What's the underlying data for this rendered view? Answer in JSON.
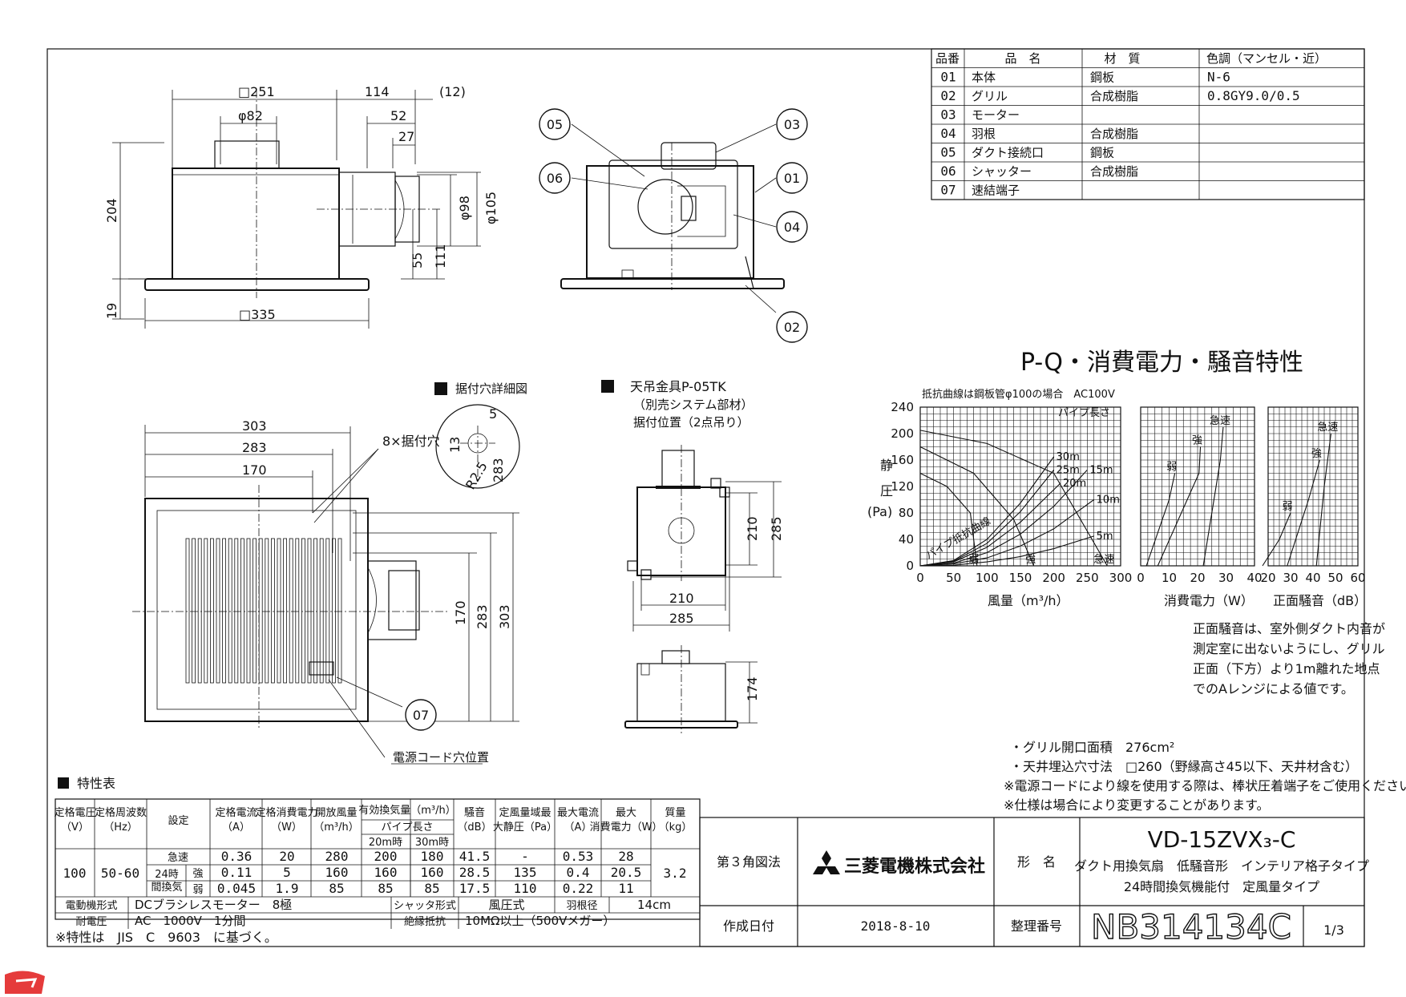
{
  "parts_table": {
    "headers": [
      "品番",
      "品　名",
      "材　質",
      "色調（マンセル・近）"
    ],
    "rows": [
      [
        "01",
        "本体",
        "鋼板",
        "N-6"
      ],
      [
        "02",
        "グリル",
        "合成樹脂",
        "0.8GY9.0/0.5"
      ],
      [
        "03",
        "モーター",
        "",
        ""
      ],
      [
        "04",
        "羽根",
        "合成樹脂",
        ""
      ],
      [
        "05",
        "ダクト接続口",
        "鋼板",
        ""
      ],
      [
        "06",
        "シャッター",
        "合成樹脂",
        ""
      ],
      [
        "07",
        "速結端子",
        "",
        ""
      ]
    ]
  },
  "top_view": {
    "dims": [
      "□251",
      "114",
      "(12)",
      "φ82",
      "52",
      "27",
      "204",
      "φ98",
      "φ105",
      "55",
      "111",
      "19",
      "□335"
    ],
    "callouts": [
      "05",
      "06",
      "03",
      "01",
      "04",
      "02"
    ]
  },
  "bottom_view": {
    "dims": [
      "303",
      "283",
      "170",
      "8×据付穴",
      "170",
      "283",
      "303"
    ],
    "callout": "07",
    "cord_label": "電源コード穴位置"
  },
  "detail": {
    "title": "据付穴詳細図",
    "dims": [
      "5",
      "13",
      "R2.5",
      "283"
    ]
  },
  "hanger": {
    "title": "天吊金具P-05TK",
    "sub1": "（別売システム部材）",
    "sub2": "据付位置（2点吊り）",
    "dims": [
      "210",
      "285",
      "210",
      "285",
      "174"
    ]
  },
  "pq_chart": {
    "title": "P-Q・消費電力・騒音特性",
    "note": "抵抗曲線は鋼板管φ100の場合　AC100V",
    "ylabel": [
      "静",
      "圧",
      "(Pa)"
    ],
    "x1label": "風量（m³/h）",
    "x2label": "消費電力（W）",
    "x3label": "正面騒音（dB）",
    "pipe_label": "パイプ長さ",
    "resistance_label": "パイプ抵抗曲線",
    "mode_labels": [
      "急速",
      "強",
      "弱"
    ],
    "pipe_lengths": [
      "30m",
      "25m",
      "20m",
      "15m",
      "10m",
      "5m"
    ],
    "remark": [
      "正面騒音は、室外側ダクト内音が",
      "測定室に出ないようにし、グリル",
      "正面（下方）より1m離れた地点",
      "でのAレンジによる値です。"
    ]
  },
  "chart_data": [
    {
      "type": "line",
      "title": "P-Q・消費電力・騒音特性",
      "xlabel": "風量（m³/h）",
      "ylabel": "静圧（Pa）",
      "xlim": [
        0,
        300
      ],
      "ylim": [
        0,
        240
      ],
      "x_ticks": [
        "0",
        "50",
        "100",
        "150",
        "200",
        "250",
        "300"
      ],
      "y_ticks": [
        "0",
        "40",
        "80",
        "120",
        "160",
        "200",
        "240"
      ],
      "series": [
        {
          "name": "急速",
          "x": [
            0,
            100,
            200,
            280
          ],
          "y": [
            205,
            185,
            140,
            0
          ]
        },
        {
          "name": "強",
          "x": [
            0,
            80,
            140,
            170
          ],
          "y": [
            180,
            140,
            70,
            0
          ]
        },
        {
          "name": "弱",
          "x": [
            0,
            40,
            75,
            85
          ],
          "y": [
            140,
            120,
            80,
            0
          ]
        }
      ],
      "resistance_curves": [
        {
          "name": "30m",
          "x": [
            0,
            50,
            100,
            150,
            200
          ],
          "y": [
            0,
            8,
            40,
            95,
            165
          ]
        },
        {
          "name": "25m",
          "x": [
            0,
            50,
            100,
            150,
            200
          ],
          "y": [
            0,
            7,
            34,
            82,
            145
          ]
        },
        {
          "name": "20m",
          "x": [
            0,
            50,
            100,
            150,
            210
          ],
          "y": [
            0,
            6,
            28,
            66,
            125
          ]
        },
        {
          "name": "15m",
          "x": [
            0,
            50,
            100,
            150,
            200,
            250
          ],
          "y": [
            0,
            4,
            20,
            48,
            90,
            145
          ]
        },
        {
          "name": "10m",
          "x": [
            0,
            50,
            100,
            150,
            200,
            260
          ],
          "y": [
            0,
            3,
            12,
            30,
            56,
            100
          ]
        },
        {
          "name": "5m",
          "x": [
            0,
            50,
            100,
            150,
            200,
            260
          ],
          "y": [
            0,
            1,
            6,
            14,
            26,
            45
          ]
        }
      ],
      "grid": true
    },
    {
      "type": "line",
      "xlabel": "消費電力（W）",
      "xlim": [
        0,
        40
      ],
      "ylim": [
        0,
        240
      ],
      "x_ticks": [
        "0",
        "10",
        "20",
        "30",
        "40"
      ],
      "series": [
        {
          "name": "急速",
          "x": [
            22,
            28,
            29
          ],
          "y": [
            0,
            160,
            210
          ]
        },
        {
          "name": "強",
          "x": [
            6,
            20.5,
            21
          ],
          "y": [
            0,
            140,
            180
          ]
        },
        {
          "name": "弱",
          "x": [
            2,
            10,
            12
          ],
          "y": [
            0,
            100,
            140
          ]
        }
      ],
      "grid": true
    },
    {
      "type": "line",
      "xlabel": "正面騒音（dB）",
      "xlim": [
        20,
        60
      ],
      "ylim": [
        0,
        240
      ],
      "x_ticks": [
        "20",
        "30",
        "40",
        "50",
        "60"
      ],
      "series": [
        {
          "name": "急速",
          "x": [
            41.5,
            45,
            48
          ],
          "y": [
            0,
            120,
            200
          ]
        },
        {
          "name": "強",
          "x": [
            28.5,
            38,
            43
          ],
          "y": [
            0,
            100,
            160
          ]
        },
        {
          "name": "弱",
          "x": [
            17.5,
            25,
            30
          ],
          "y": [
            0,
            40,
            80
          ]
        }
      ],
      "grid": true
    }
  ],
  "notes": {
    "grille_area": "・グリル開口面積　276cm²",
    "ceiling_cut": "・天井埋込穴寸法　□260（野縁高さ45以下、天井材含む）",
    "cord_note": "※電源コードにより線を使用する際は、棒状圧着端子をご使用ください。",
    "spec_note": "※仕様は場合により変更することがあります。"
  },
  "spec_table": {
    "section_title": "特性表",
    "h_voltage": "定格電圧（V）",
    "h_freq": "定格周波数（Hz）",
    "h_setting": "設定",
    "h_current": "定格電流（A）",
    "h_power": "定格消費電力（W）",
    "h_open_flow": "開放風量（m³/h）",
    "h_eff_flow": "有効換気量（m³/h）",
    "h_pipe": "パイプ長さ",
    "h_20m": "20m時",
    "h_30m": "30m時",
    "h_noise": "騒音（dB）",
    "h_static": "定風量域最大静圧（Pa）",
    "h_max_current": "最大電流（A）",
    "h_max_power": "最大消費電力（W）",
    "h_mass": "質量（kg）",
    "voltage": "100",
    "freq": "50-60",
    "mass": "3.2",
    "mode_24h": "24時間換気",
    "rows": [
      {
        "mode": "急速",
        "current": "0.36",
        "power": "20",
        "open": "280",
        "m20": "200",
        "m30": "180",
        "noise": "41.5",
        "static": "-",
        "maxA": "0.53",
        "maxW": "28"
      },
      {
        "mode": "強",
        "current": "0.11",
        "power": "5",
        "open": "160",
        "m20": "160",
        "m30": "160",
        "noise": "28.5",
        "static": "135",
        "maxA": "0.4",
        "maxW": "20.5"
      },
      {
        "mode": "弱",
        "current": "0.045",
        "power": "1.9",
        "open": "85",
        "m20": "85",
        "m30": "85",
        "noise": "17.5",
        "static": "110",
        "maxA": "0.22",
        "maxW": "11"
      }
    ],
    "motor_label": "電動機形式",
    "motor_value": "DCブラシレスモーター　8極",
    "shutter_label": "シャッタ形式",
    "shutter_value": "風圧式",
    "blade_label": "羽根径",
    "blade_value": "14cm",
    "withstand_label": "耐電圧",
    "withstand_value": "AC　1000V　1分間",
    "insulation_label": "絶縁抵抗",
    "insulation_value": "10MΩ以上（500Vメガー）",
    "footnote": "※特性は　JIS　C　9603　に基づく。"
  },
  "title_block": {
    "projection": "第３角図法",
    "company": "三菱電機株式会社",
    "name_label": "形　名",
    "model": "VD-15ZVX₃-C",
    "desc1": "ダクト用換気扇　低騒音形　インテリア格子タイプ",
    "desc2": "24時間換気機能付　定風量タイプ",
    "date_label": "作成日付",
    "date": "2018-8-10",
    "number_label": "整理番号",
    "number": "NB314134C",
    "page": "1/3"
  }
}
